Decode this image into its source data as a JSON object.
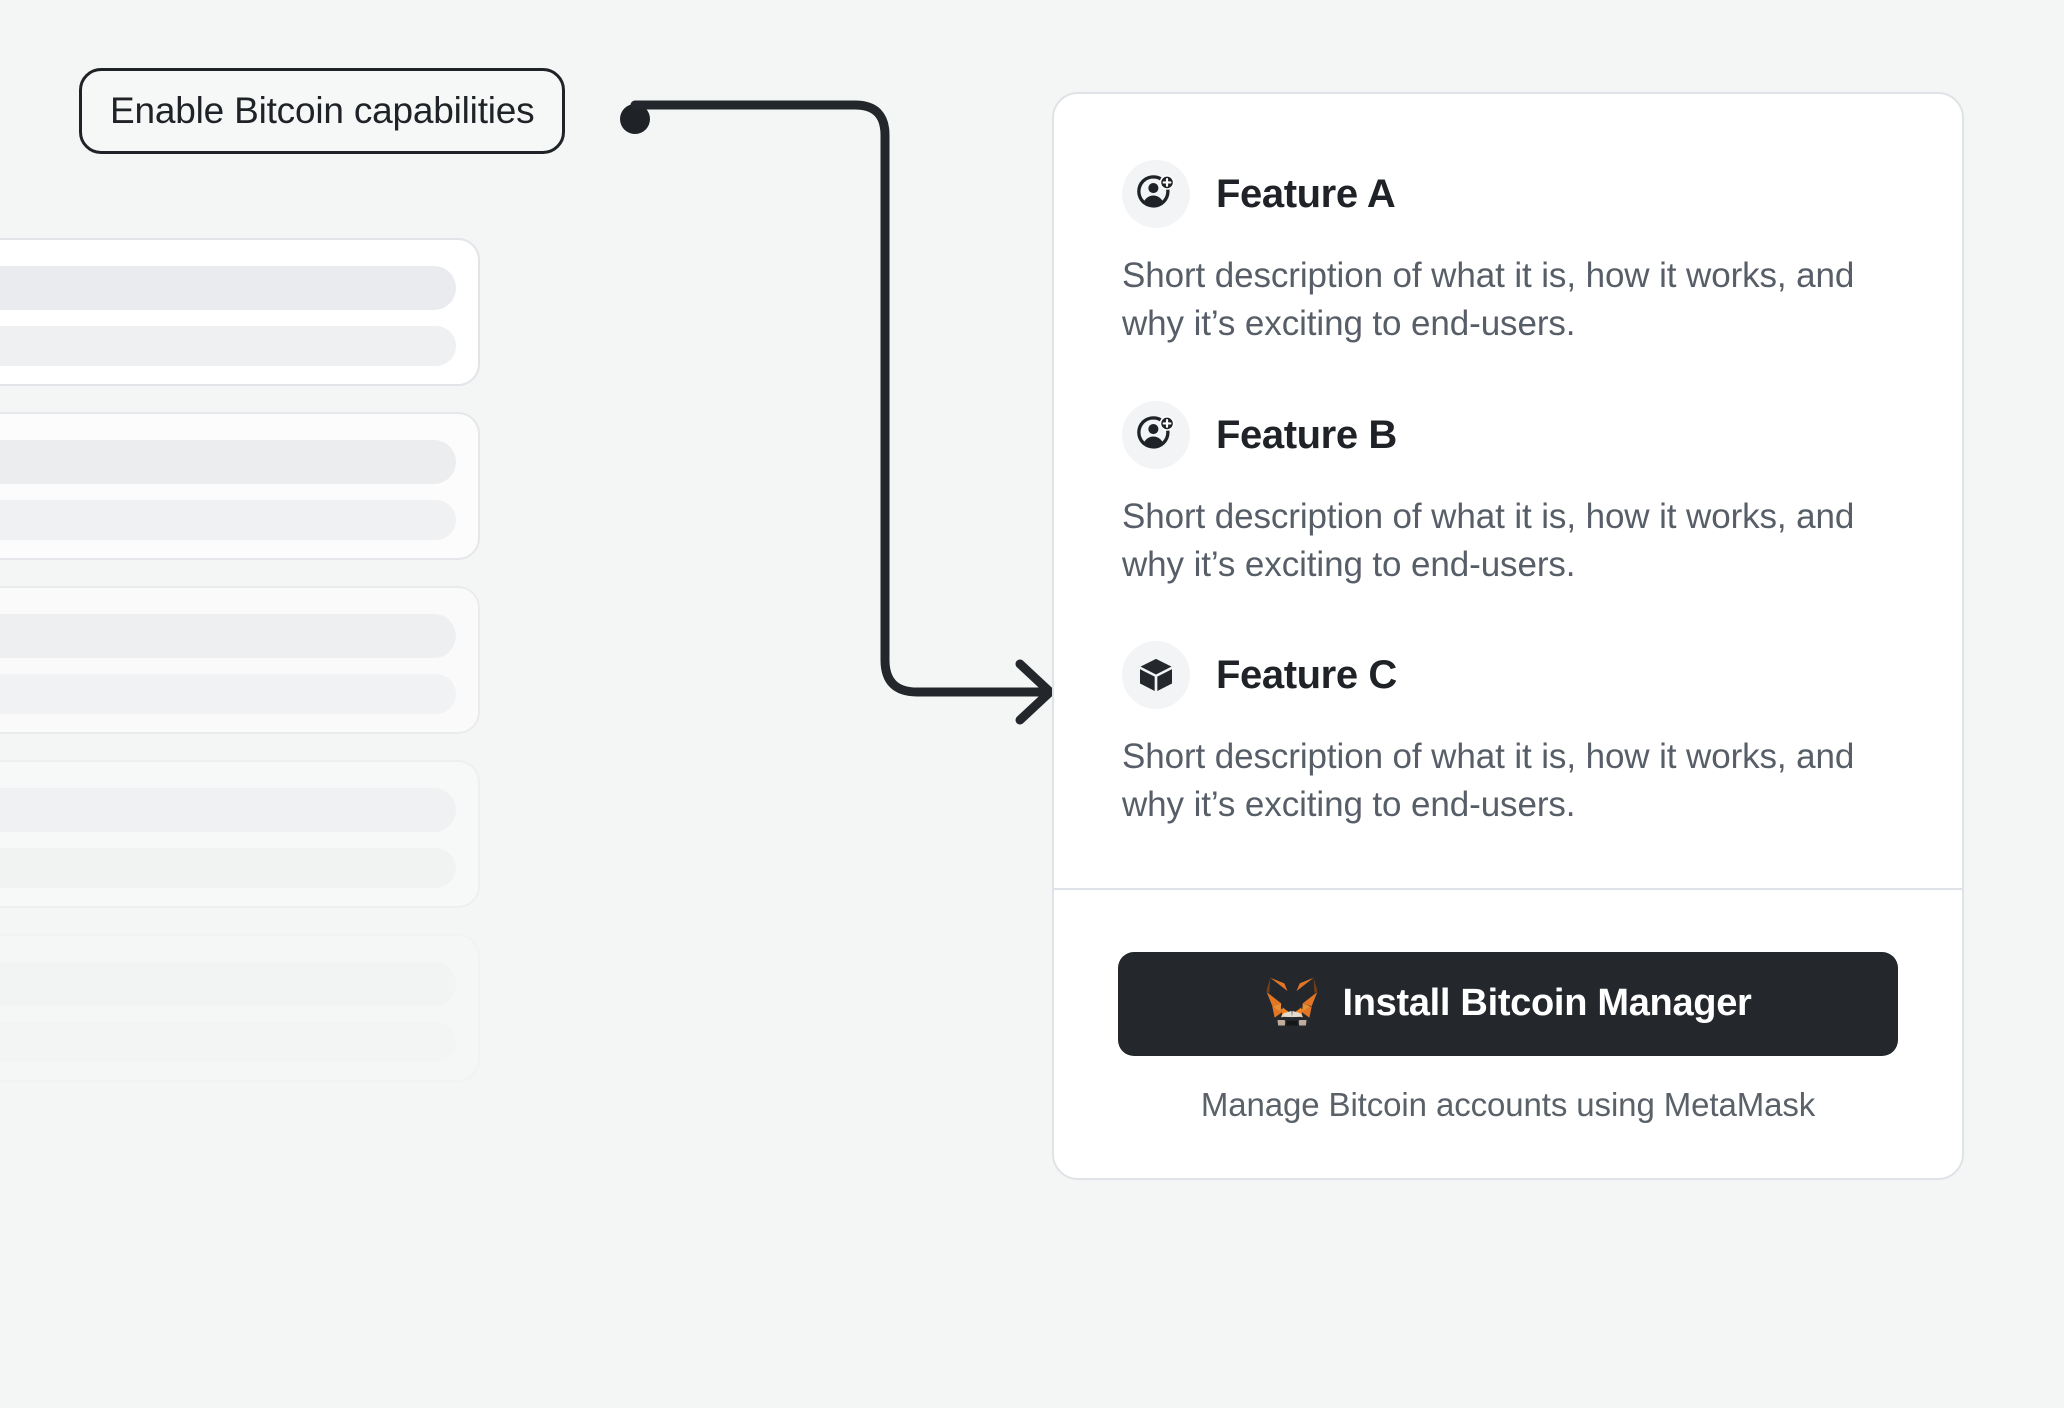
{
  "callout": {
    "label": "Enable Bitcoin capabilities",
    "connector_dot": "connector-dot"
  },
  "skeleton": {
    "card_count": 5,
    "cards": [
      {
        "id": "skeleton-card-1"
      },
      {
        "id": "skeleton-card-2"
      },
      {
        "id": "skeleton-card-3"
      },
      {
        "id": "skeleton-card-4"
      },
      {
        "id": "skeleton-card-5"
      }
    ]
  },
  "card": {
    "features": [
      {
        "icon": "user-add-icon",
        "title": "Feature A",
        "description": "Short description of what it is, how it works, and why it’s exciting to end-users."
      },
      {
        "icon": "user-add-icon",
        "title": "Feature B",
        "description": "Short description of what it is, how it works, and why it’s exciting to end-users."
      },
      {
        "icon": "cube-icon",
        "title": "Feature C",
        "description": "Short description of what it is, how it works, and why it’s exciting to end-users."
      }
    ],
    "footer": {
      "install_button_label": "Install Bitcoin Manager",
      "install_button_icon": "metamask-fox-icon",
      "caption": "Manage Bitcoin accounts using MetaMask"
    }
  },
  "colors": {
    "page_background": "#f4f5f5",
    "card_background": "#ffffff",
    "card_border": "#dfe2e6",
    "ink": "#1f2226",
    "body_text": "#575e67",
    "muted_text": "#5a6169",
    "button_background": "#24282c",
    "button_text": "#ffffff",
    "icon_badge_background": "#f2f4f6",
    "connector_stroke": "#23272b",
    "skeleton_bar": "#e9ebee",
    "metamask_orange": "#e17726",
    "metamask_orange_light": "#e88f35",
    "metamask_brown": "#763d16",
    "metamask_cream": "#e2dbd0"
  }
}
